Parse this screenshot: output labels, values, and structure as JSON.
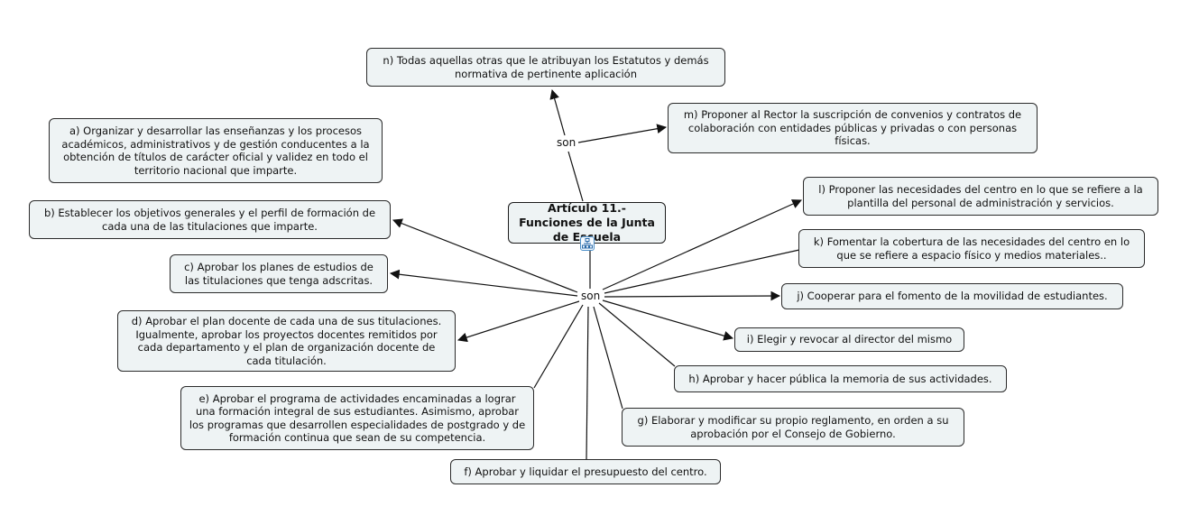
{
  "central_topic": "Artículo 11.- Funciones de la Junta de Escuela",
  "link_labels": {
    "top": "son",
    "hub": "son"
  },
  "concepts": {
    "n": "n) Todas aquellas otras que le atribuyan los Estatutos y demás normativa de pertinente aplicación",
    "m": "m) Proponer al Rector la suscripción de convenios y contratos de colaboración con entidades públicas y privadas o con personas físicas.",
    "a": "a) Organizar y desarrollar las enseñanzas y los procesos académicos, administrativos y de gestión conducentes a la obtención de títulos de carácter oficial y validez en todo el territorio nacional que imparte.",
    "b": "b) Establecer los objetivos generales y el perfil de formación de cada una de las titulaciones que imparte.",
    "c": "c) Aprobar los planes de estudios de las titulaciones que tenga adscritas.",
    "d": "d) Aprobar el plan docente de cada una de sus titulaciones. Igualmente, aprobar los proyectos docentes remitidos por cada departamento y el plan de organización docente de cada titulación.",
    "e": "e) Aprobar el programa de actividades encaminadas a lograr una formación integral de sus estudiantes. Asimismo, aprobar los programas que desarrollen especialidades de postgrado y de formación continua que sean de su competencia.",
    "f": "f) Aprobar y liquidar el presupuesto del centro.",
    "g": "g) Elaborar y modificar su propio reglamento, en orden a su aprobación por el Consejo de Gobierno.",
    "h": "h) Aprobar y hacer pública la memoria de sus actividades.",
    "i": "i) Elegir y revocar al director del mismo",
    "j": "j) Cooperar para el fomento de la movilidad de estudiantes.",
    "k": "k) Fomentar la cobertura de las necesidades del centro en lo que se refiere a espacio físico y medios materiales..",
    "l": "l) Proponer las necesidades del centro en lo que se refiere a la plantilla del personal de administración y servicios."
  },
  "icon": "submap-icon",
  "colors": {
    "node_fill": "#eef3f4",
    "border": "#2b2b2b",
    "line": "#111111",
    "icon": "#4a8ec8"
  }
}
